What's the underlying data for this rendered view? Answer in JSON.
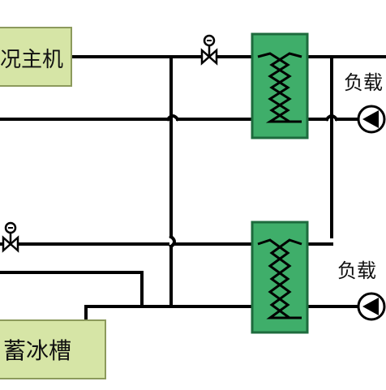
{
  "diagram": {
    "chiller_label": "况主机",
    "ice_tank_label": "蓄冰槽",
    "load_top_label": "负载",
    "load_bottom_label": "负载",
    "colors": {
      "line": "#000000",
      "equipment_fill": "#d6e5a6",
      "equipment_stroke": "#8c9a5c",
      "exchanger_fill": "#3fae6a",
      "exchanger_stroke": "#1e6b3d",
      "valve": "#000000",
      "pump": "#000000"
    },
    "icons": [
      "valve-icon",
      "heat-exchanger-icon",
      "pump-icon"
    ]
  }
}
